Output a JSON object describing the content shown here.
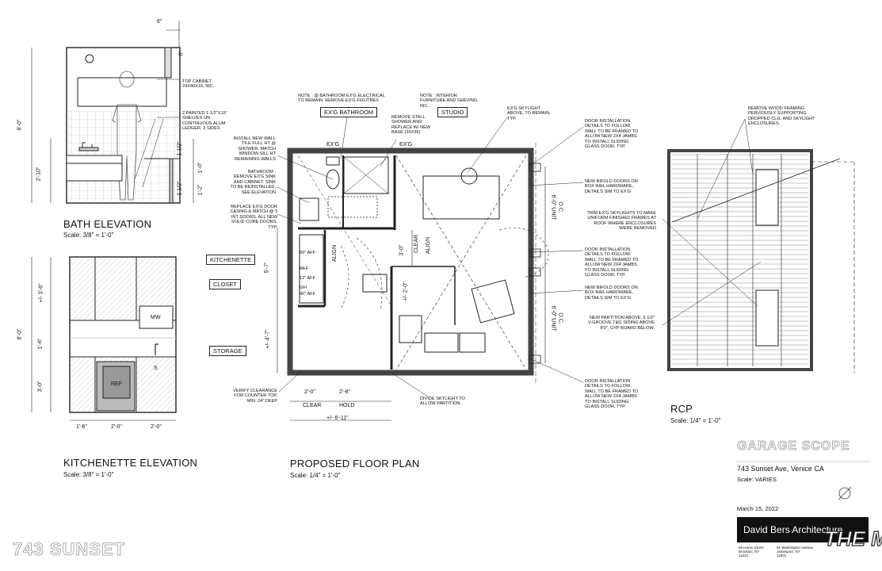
{
  "drawings": {
    "bath_elevation": {
      "title": "BATH ELEVATION",
      "scale": "Scale: 3/8\" = 1'-0\""
    },
    "kitchenette_elevation": {
      "title": "KITCHENETTE ELEVATION",
      "scale": "Scale: 3/8\" = 1'-0\""
    },
    "floor_plan": {
      "title": "PROPOSED FLOOR PLAN",
      "scale": "Scale: 1/4\" = 1'-0\""
    },
    "rcp": {
      "title": "RCP",
      "scale": "Scale: 1/4\" = 1'-0\""
    }
  },
  "title_block": {
    "sheet": "GARAGE SCOPE",
    "address": "743 Sunset Ave, Venice CA",
    "scale": "Scale: VARIES",
    "date": "March 15, 2022",
    "firm": "David Bers Architecture",
    "office1": [
      "66 Huron Street",
      "Brooklyn, NY",
      "11222"
    ],
    "office2": [
      "91 Washington Avenue",
      "Jamesport, NY",
      "11901"
    ],
    "watermark": "743 SUNSET",
    "mls": "THE MLS"
  },
  "room_tags": {
    "exg_bathroom": "EX'G BATHROOM",
    "studio": "STUDIO",
    "kitchenette": "KITCHENETTE",
    "closet": "CLOSET",
    "storage": "STORAGE"
  },
  "bath_notes": {
    "dim_6a": "6\"",
    "dim_6b": "6\"",
    "height": "8'-0\"",
    "dim_2_10": "2'-10\"",
    "dim_1_12a": "1 1/2\"",
    "dim_1_0": "1'-0\"",
    "dim_1_12b": "1 1/2\"",
    "dim_1_2": "1'-2\"",
    "top_cabinet": "TOP CABINET 24X40X15, NIC.",
    "shelves": "2 PAINTED 1-1/2\"X15\" SHELVES ON CONTINUOUS ALUM LEDGER, 3 SIDES"
  },
  "kitchen_notes": {
    "height": "8'-0\"",
    "dim_3_6": "+/- 3'-6\"",
    "dim_1_6": "1'-6\"",
    "dim_3_0": "3'-0\"",
    "w1": "1'-6\"",
    "w2": "2'-0\"",
    "w3": "2'-0\"",
    "mw": "MW",
    "ref": "REF",
    "s": "S"
  },
  "plan_notes": {
    "note_electrical": "NOTE : @ BATHROOM EX'G ELECTRICAL TO REMAIN. REMOVE EX'G FIXUTRES",
    "note_furniture": "NOTE : INTERIOR FURNITURE AND SHEVING, NIC.",
    "remove_shower": "REMOVE STALL SHOWER AND REPLACE W/ NEW BASE (36X36)",
    "tile": "INSTALL NEW WALL TILE FULL HT @ SHOWER, MATCH WINDOW SILL HT REMAINING WALLS",
    "bathroom": "BATHROOM : REMOVE EX'G SINK AND CABINET. SINK TO BE REINSTALLED, SEE ELEVATION",
    "replace_door": "REPLACE EX'G DOOR CASING & MATCH @ 3 INT DOORS. ALL NEW SOLID CORE DOORS, TYP.",
    "skylight": "EX'G SKYLIGHT ABOVE, TO REMAIN, TYP.",
    "door_install_1": "DOOR INSTALLATION DETAILS TO FOLLOW. WALL TO BE FRAMED TO ALLOW NEW 2X4 JAMBS TO INSTALL SLIDING GLASS DOOR, TYP.",
    "bifold_1": "NEW BIFOLD DOORS ON BOX RAIL HARDWARE, DETAILS SIM TO EX'G",
    "door_install_2": "DOOR INSTALLATION DETAILS TO FOLLOW. WALL TO BE FRAMED TO ALLOW NEW 2X4 JAMBS TO INSTALL SLIDING GLASS DOOR, TYP.",
    "bifold_2": "NEW BIFOLD DOORS ON BOX RAIL HARDWARE, DETAILS SIM TO EX'G",
    "door_install_3": "DOOR INSTALLATION DETAILS TO FOLLOW. WALL TO BE FRAMED TO ALLOW NEW 2X4 JAMBS TO INSTALL SLIDING GLASS DOOR, TYP.",
    "verify": "VERIFY CLEARANCE FOR COUNTER TOP, MIN. 24\" DEEP",
    "divide": "DIVIDE SKYLIGHT TO ALLOW PARTITION.",
    "exg1": "EX'G",
    "exg2": "EX'G",
    "align1": "ALIGN",
    "align2": "ALIGN",
    "clear_v": "CLEAR",
    "dim_3_0": "3'-0\"",
    "dim_2_0v": "+/- 2'-0\"",
    "dim_5_7": "5'-7\"",
    "dim_4_7": "+/- 4'-7\"",
    "unit1": "6'-0\" UNIT",
    "unit2": "6'-0\" UNIT",
    "oc1": "O.C.",
    "oc2": "O.C.",
    "aff60": "60\" AFF",
    "ref": "REF",
    "aff12": "12\" AFF",
    "gfi": "GFI",
    "aff40": "40\" AFF",
    "dim_2_0": "2'-0\"",
    "dim_2_8": "2'-8\"",
    "clear": "CLEAR",
    "hold": "HOLD",
    "dim_6_11": "+/- 6'-11\""
  },
  "rcp_notes": {
    "remove_framing": "REMOVE WOOD FRAMING PERVIOUSLY SUPPORTING DROPPED CLG. AND SKYLIGHT ENCLOSURES.",
    "trim": "TRIM EX'G SKYLIGHTS TO MAKE UNIFORM FINISHED FRAMES AT ROOF WHERE ENCLOSURES WERE REMOVED",
    "partition": "NEW PARTITION ABOVE. 5 1/2\" V-GROOVE T&G SIDING ABOVE 8'0\", GYP BOARD BELOW."
  }
}
